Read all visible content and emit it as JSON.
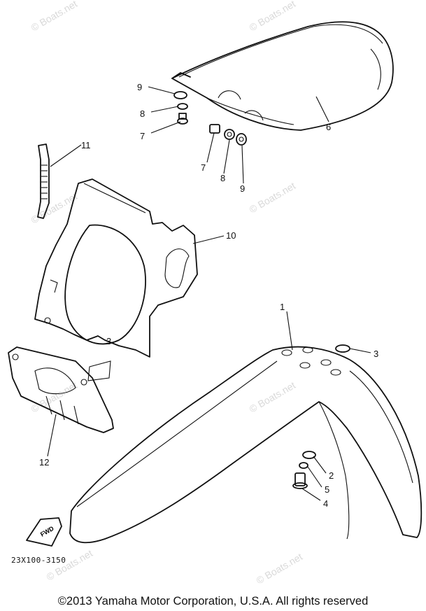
{
  "diagram": {
    "callouts": [
      {
        "key": "c1",
        "label": "1"
      },
      {
        "key": "c2",
        "label": "2"
      },
      {
        "key": "c3a",
        "label": "3"
      },
      {
        "key": "c3b",
        "label": "3"
      },
      {
        "key": "c4",
        "label": "4"
      },
      {
        "key": "c5",
        "label": "5"
      },
      {
        "key": "c6",
        "label": "6"
      },
      {
        "key": "c7a",
        "label": "7"
      },
      {
        "key": "c7b",
        "label": "7"
      },
      {
        "key": "c8a",
        "label": "8"
      },
      {
        "key": "c8b",
        "label": "8"
      },
      {
        "key": "c9a",
        "label": "9"
      },
      {
        "key": "c9b",
        "label": "9"
      },
      {
        "key": "c10",
        "label": "10"
      },
      {
        "key": "c11",
        "label": "11"
      },
      {
        "key": "c12",
        "label": "12"
      }
    ],
    "fwd_label": "FWD",
    "part_code": "23X100-3150",
    "watermark": "© Boats.net",
    "copyright": "©2013 Yamaha Motor Corporation, U.S.A. All rights reserved"
  }
}
